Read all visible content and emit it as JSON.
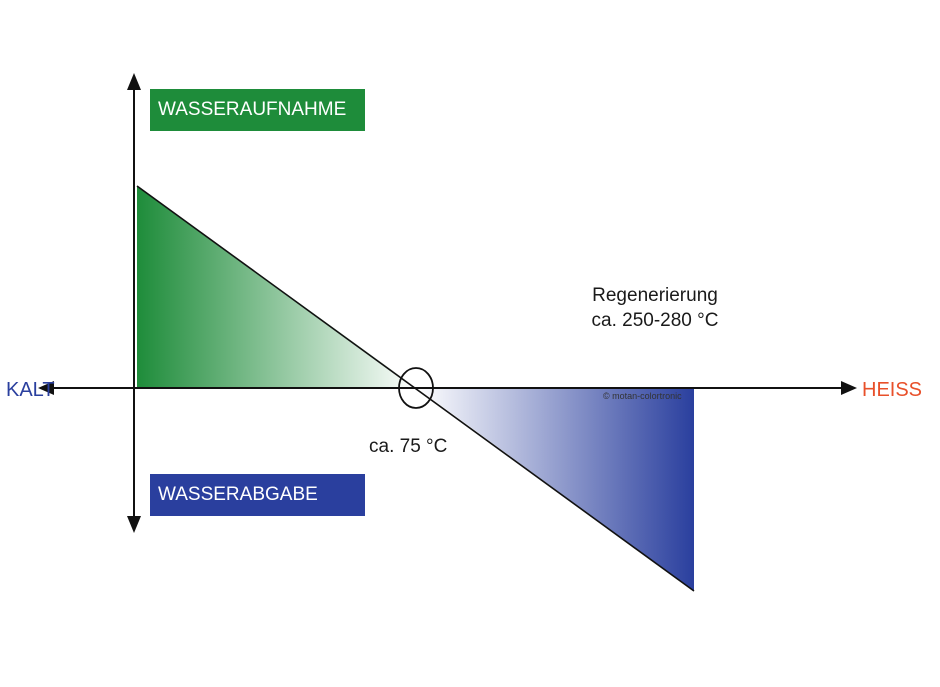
{
  "labels": {
    "water_uptake": "WASSERAUFNAHME",
    "water_release": "WASSERABGABE",
    "cold": "KALT",
    "hot": "HEISS",
    "regeneration_line1": "Regenerierung",
    "regeneration_line2": "ca. 250-280 °C",
    "crossover_temp": "ca. 75 °C",
    "credit": "© motan-colortronic"
  },
  "colors": {
    "uptake_green": "#1e8c3a",
    "release_blue": "#2a3f9e",
    "cold_text": "#2a3f9e",
    "hot_text": "#e8502a",
    "axis": "#111111"
  },
  "icons": {
    "crossover_marker": "circle-marker-icon",
    "axis_arrows": "arrow-icon"
  }
}
